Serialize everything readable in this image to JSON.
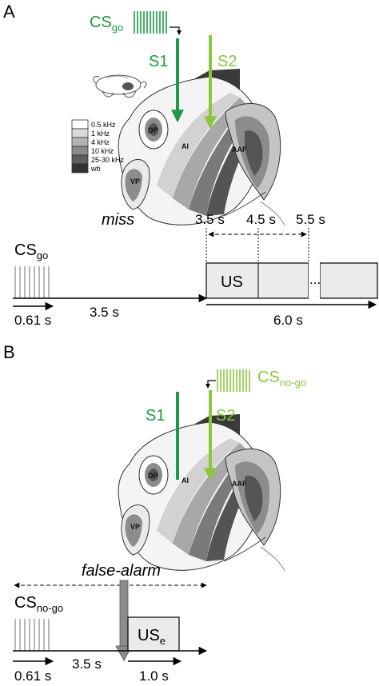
{
  "colors": {
    "dark_green": "#1d9a45",
    "light_green": "#8cc63f",
    "tick_gray": "#b8b8b8",
    "us_fill": "#ebebeb",
    "arrow_gray": "#8c8c8c"
  },
  "panel_a": {
    "letter": "A",
    "stimulus": {
      "base": "CS",
      "sub": "go"
    },
    "electrodes": {
      "s1": "S1",
      "s2": "S2"
    },
    "regions": {
      "dp": "DP",
      "ai": "AI",
      "aaf": "AAF",
      "vp": "VP"
    },
    "legend": [
      "0.5 kHz",
      "1 kHz",
      "4 kHz",
      "10 kHz",
      "25-30 kHz",
      "wb"
    ],
    "timeline": {
      "outcome": "miss",
      "cs": {
        "base": "CS",
        "sub": "go"
      },
      "us_label": "US",
      "times": {
        "t1": "3.5 s",
        "t2": "4.5 s",
        "t3": "5.5 s"
      },
      "cs_duration": "0.61 s",
      "delay": "3.5 s",
      "us_duration": "6.0 s",
      "continuation": "..."
    }
  },
  "panel_b": {
    "letter": "B",
    "stimulus": {
      "base": "CS",
      "sub": "no-go"
    },
    "electrodes": {
      "s1": "S1",
      "s2": "S2"
    },
    "regions": {
      "dp": "DP",
      "ai": "AI",
      "aaf": "AAF",
      "vp": "VP"
    },
    "timeline": {
      "outcome": "false-alarm",
      "cs": {
        "base": "CS",
        "sub": "no-go"
      },
      "us": {
        "base": "US",
        "sub": "e"
      },
      "cs_duration": "0.61 s",
      "delay": "3.5 s",
      "us_duration": "1.0 s"
    }
  }
}
